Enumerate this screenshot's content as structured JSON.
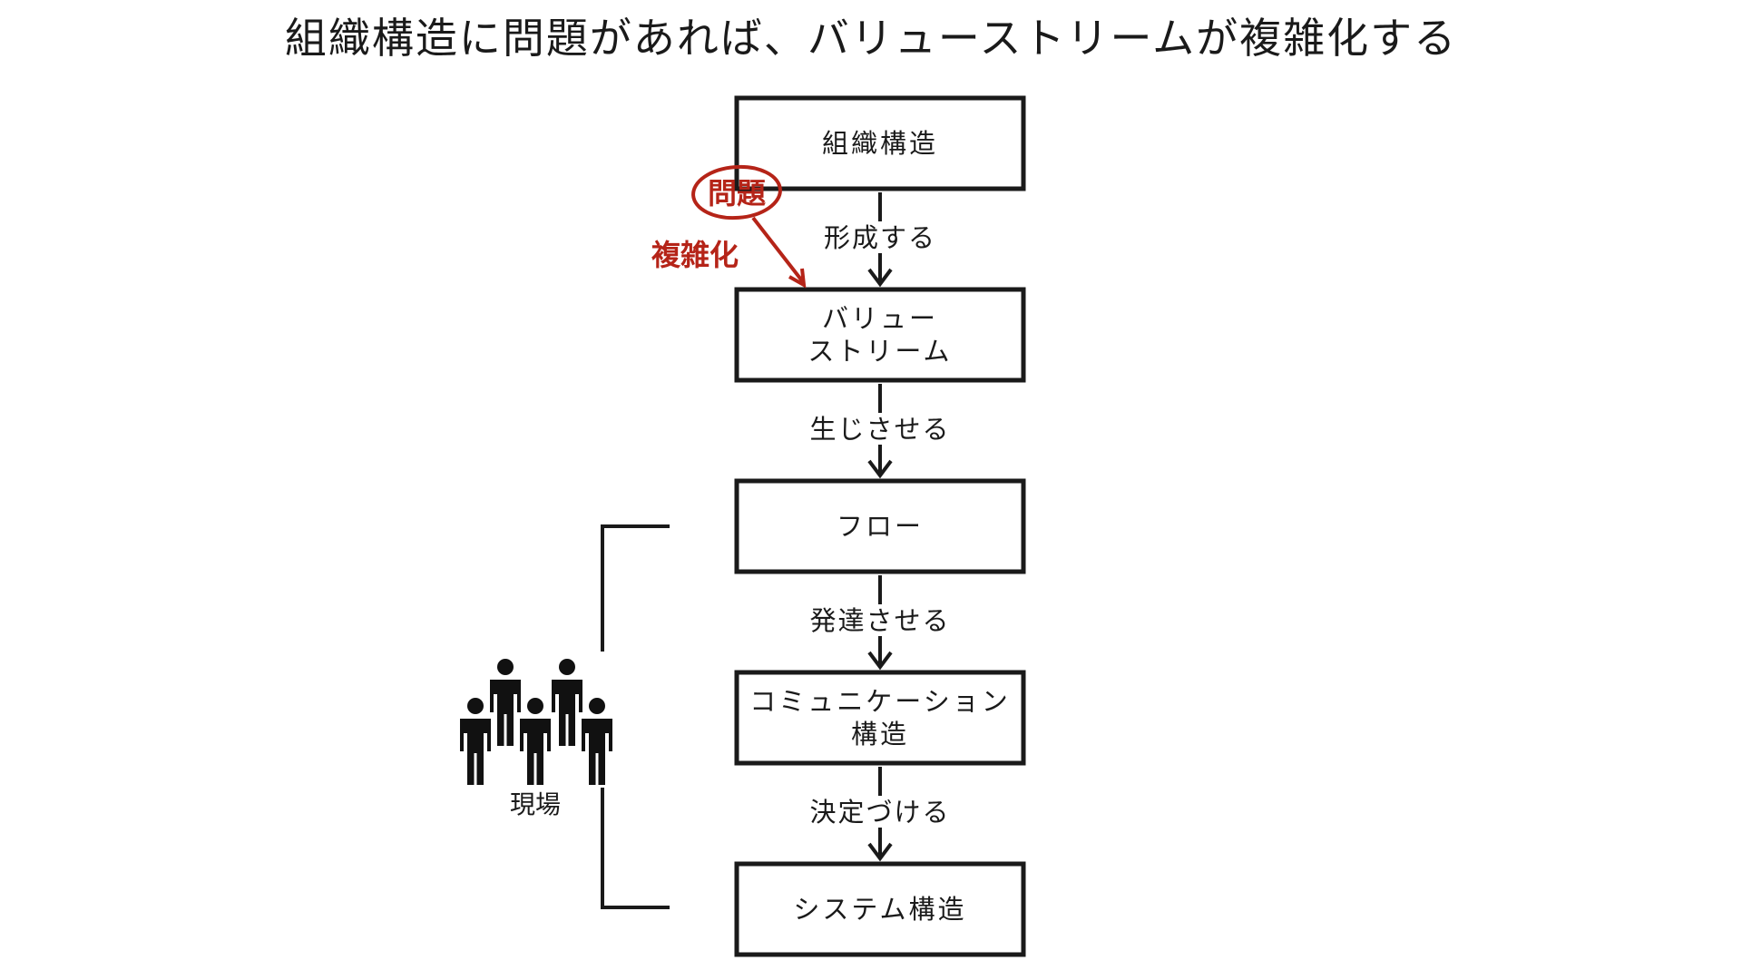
{
  "title": "組織構造に問題があれば、バリューストリームが複雑化する",
  "boxes": [
    {
      "id": "org",
      "lines": [
        "組織構造"
      ]
    },
    {
      "id": "vs",
      "lines": [
        "バリュー",
        "ストリーム"
      ]
    },
    {
      "id": "flow",
      "lines": [
        "フロー"
      ]
    },
    {
      "id": "comm",
      "lines": [
        "コミュニケーション",
        "構造"
      ]
    },
    {
      "id": "sys",
      "lines": [
        "システム構造"
      ]
    }
  ],
  "edges": [
    {
      "label": "形成する"
    },
    {
      "label": "生じさせる"
    },
    {
      "label": "発達させる"
    },
    {
      "label": "決定づける"
    }
  ],
  "problem": {
    "label": "問題",
    "effect": "複雑化",
    "color": "#b52418"
  },
  "field": {
    "label": "現場",
    "icon": "people-group-icon"
  }
}
